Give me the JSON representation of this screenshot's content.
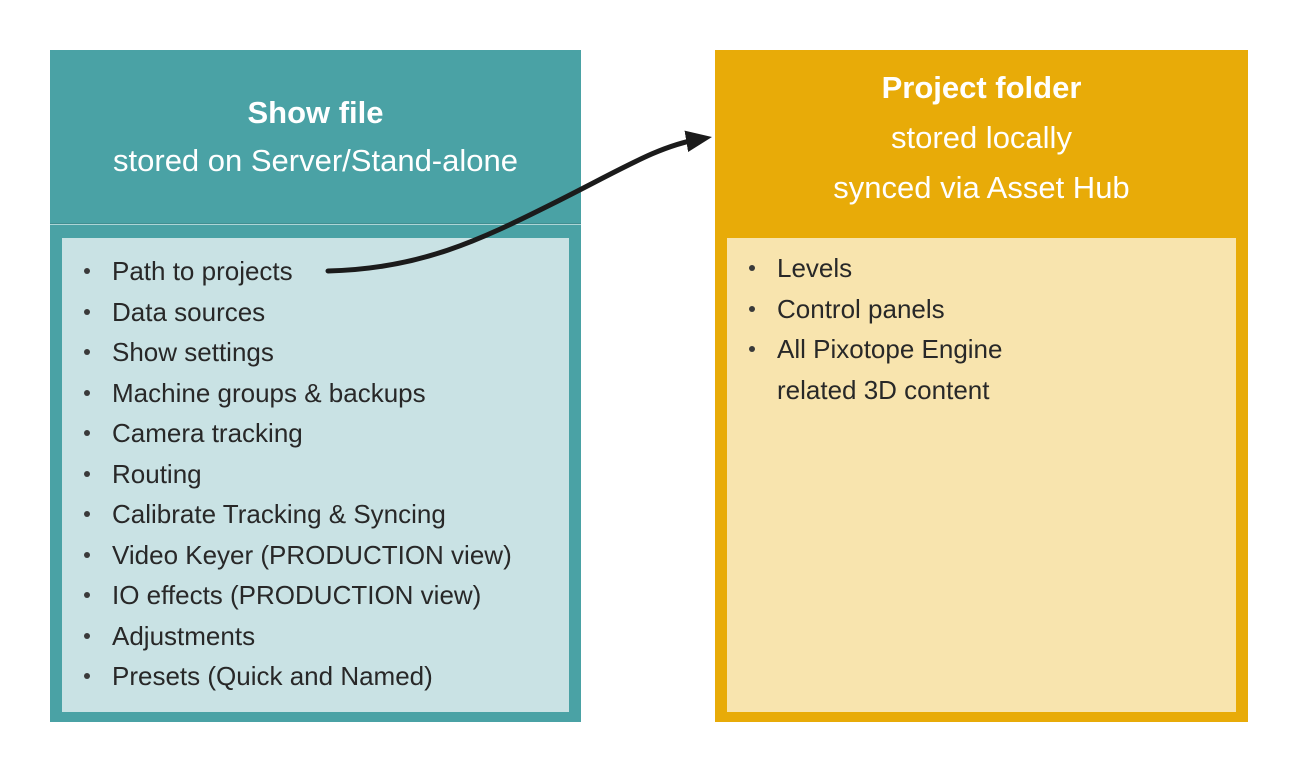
{
  "left_box": {
    "title": "Show file",
    "subtitle": "stored on Server/Stand-alone",
    "items": [
      "Path to projects",
      "Data sources",
      "Show settings",
      "Machine groups & backups",
      "Camera tracking",
      "Routing",
      "Calibrate Tracking & Syncing",
      "Video Keyer (PRODUCTION view)",
      "IO effects (PRODUCTION view)",
      "Adjustments",
      "Presets (Quick and Named)"
    ]
  },
  "right_box": {
    "title": "Project folder",
    "subtitle": "stored locally\nsynced via Asset Hub",
    "items": [
      "Levels",
      "Control panels",
      "All Pixotope Engine\nrelated 3D content"
    ]
  },
  "arrow": {
    "from": "Path to projects",
    "to": "Project folder"
  },
  "colors": {
    "teal": "#4aa2a5",
    "teal_light": "#c9e2e4",
    "gold": "#e8ab08",
    "gold_light": "#f8e4ae",
    "arrow": "#1b1b1b",
    "text": "#282828",
    "title_text": "#ffffff"
  }
}
